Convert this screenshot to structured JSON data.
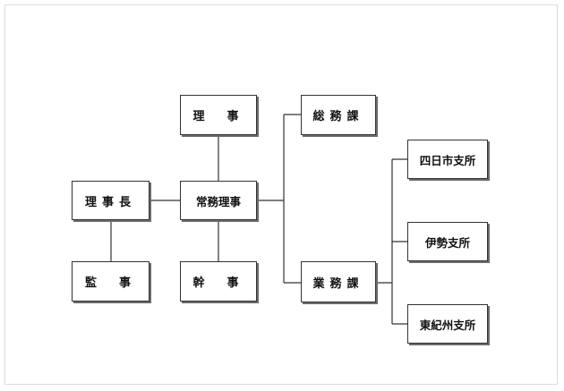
{
  "org_chart": {
    "riji": "理　事",
    "rijicho": "理事長",
    "jomu_riji": "常務理事",
    "kanji": "監　事",
    "kanji2": "幹　事",
    "somu": "総務課",
    "gyomu": "業務課",
    "yokkaichi": "四日市支所",
    "ise": "伊勢支所",
    "higashikishu": "東紀州支所"
  },
  "colors": {
    "line": "#333333",
    "shadow": "#6b6b6b",
    "frame": "#dcdcdc"
  }
}
